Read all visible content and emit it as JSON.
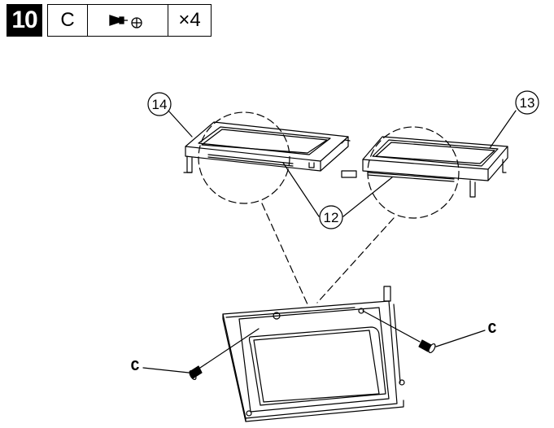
{
  "header": {
    "step_number": "10",
    "part_letter": "C",
    "quantity": "×4",
    "hardware_icon": "screw-icon"
  },
  "callouts": {
    "left_panel": "14",
    "right_panel": "13",
    "rail": "12"
  },
  "screw_labels": {
    "left": "C",
    "right": "C"
  }
}
